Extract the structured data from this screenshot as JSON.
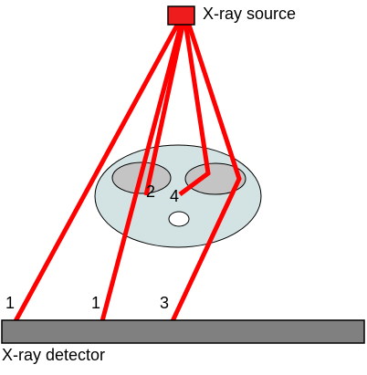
{
  "labels": {
    "source": "X-ray source",
    "detector": "X-ray detector",
    "ray_marks": [
      "1",
      "1",
      "3",
      "2",
      "4"
    ]
  },
  "colors": {
    "ray": "#ff0000",
    "source_fill": "#ee1c1c",
    "body_fill": "#d3e3e3",
    "organ_fill": "#c4c4c4",
    "detector_fill": "#808080",
    "outline": "#000000",
    "background": "#ffffff"
  },
  "icons": {
    "source": "red-square",
    "organ": "gray-ellipse",
    "cavity": "white-ellipse"
  }
}
